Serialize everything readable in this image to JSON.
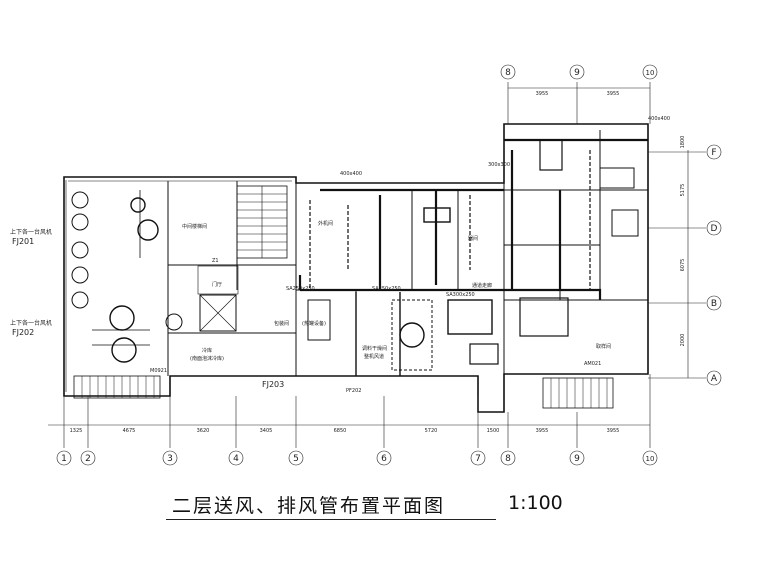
{
  "title": "二层送风、排风管布置平面图",
  "scale": "1:100",
  "grid_bottom": [
    "1",
    "2",
    "3",
    "4",
    "5",
    "6",
    "7",
    "8",
    "9",
    "10"
  ],
  "grid_top": [
    "8",
    "9",
    "10"
  ],
  "grid_right": [
    "F",
    "D",
    "B",
    "A"
  ],
  "dims_bottom": [
    "1325",
    "4675",
    "3620",
    "3405",
    "6850",
    "5720",
    "1500",
    "3955",
    "3955"
  ],
  "dims_top": [
    "3955",
    "3955"
  ],
  "dims_right": [
    "1800",
    "5175",
    "6075",
    "2000"
  ],
  "labels": {
    "fj201": "FJ201",
    "fj201_note": "上下各一台风机",
    "fj202": "FJ202",
    "fj202_note": "上下各一台风机",
    "fj203": "FJ203",
    "pf202": "PF202",
    "duct_top": "400x400",
    "duct_right": "400x400",
    "duct_mid": "300x300",
    "sa1": "SA250x250",
    "sa2": "SA250x250",
    "sa3": "SA300x250",
    "room_stair": "中间楼梯间",
    "room_lift": "门厅",
    "room_cold": "冷库",
    "room_cold_note": "(南面泡沫冷库)",
    "room_pack": "包装间",
    "room_pack_note": "(热罐设备)",
    "room_dry": "调料干燥间",
    "room_dry_note": "整机风道",
    "room_m1": "外机间",
    "room_m2": "器间",
    "room_corridor": "通道走廊",
    "room_sample": "取样间",
    "am": "AM021",
    "m0921": "M0921",
    "z1": "Z1"
  }
}
